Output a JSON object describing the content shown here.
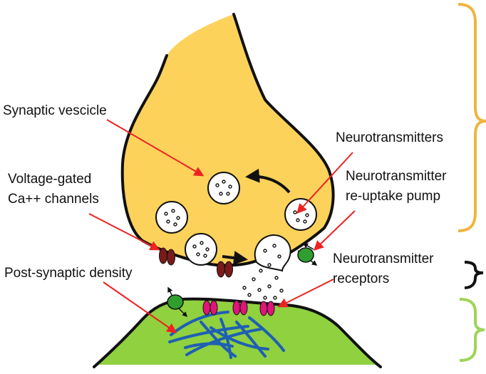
{
  "labels": {
    "synaptic_vesicle": "Synaptic vescicle",
    "voltage_gated_line1": "Voltage-gated",
    "voltage_gated_line2": "Ca++ channels",
    "post_synaptic_density": "Post-synaptic density",
    "neurotransmitters": "Neurotransmitters",
    "reuptake_line1": "Neurotransmitter",
    "reuptake_line2": "re-uptake pump",
    "receptors_line1": "Neurotransmitter",
    "receptors_line2": "receptors"
  },
  "colors": {
    "axon_terminal": "#fcd25a",
    "postsynaptic": "#8fd13f",
    "outline": "#111111",
    "pointer_arrow": "#ee2222",
    "ca_channel": "#7a1a1a",
    "receptor": "#e0147a",
    "reuptake_pump": "#2f9e2f",
    "density_fibers": "#1f5fb4",
    "brace_presynaptic": "#efb53f",
    "brace_cleft": "#111111",
    "brace_postsynaptic": "#9fd456"
  }
}
